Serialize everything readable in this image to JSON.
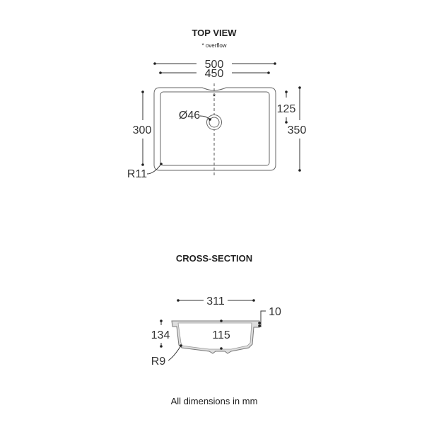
{
  "top_view": {
    "title": "TOP VIEW",
    "note": "* overflow",
    "overall_width": "500",
    "inner_width": "450",
    "inner_depth": "300",
    "drain_offset": "125",
    "overall_depth": "350",
    "drain_diameter": "Ø46",
    "corner_radius": "R11"
  },
  "cross_section": {
    "title": "CROSS-SECTION",
    "bottom_width": "311",
    "rim_thickness": "10",
    "overall_height": "134",
    "bowl_depth": "115",
    "corner_radius": "R9"
  },
  "footer": "All dimensions in mm"
}
